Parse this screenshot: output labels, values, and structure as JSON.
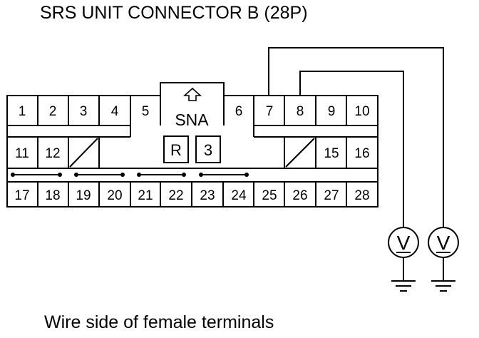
{
  "title": "SRS UNIT CONNECTOR B (28P)",
  "caption": "Wire side of female terminals",
  "connector": {
    "top_row": [
      "1",
      "2",
      "3",
      "4",
      "5",
      "6",
      "7",
      "8",
      "9",
      "10"
    ],
    "middle_row": [
      "11",
      "12",
      "15",
      "16"
    ],
    "bottom_row": [
      "17",
      "18",
      "19",
      "20",
      "21",
      "22",
      "23",
      "24",
      "25",
      "26",
      "27",
      "28"
    ],
    "center_label": "SNA",
    "center_box_left": "R",
    "center_box_right": "3"
  },
  "meters": [
    {
      "symbol": "V",
      "terminal": "7"
    },
    {
      "symbol": "V",
      "terminal": "8"
    }
  ]
}
